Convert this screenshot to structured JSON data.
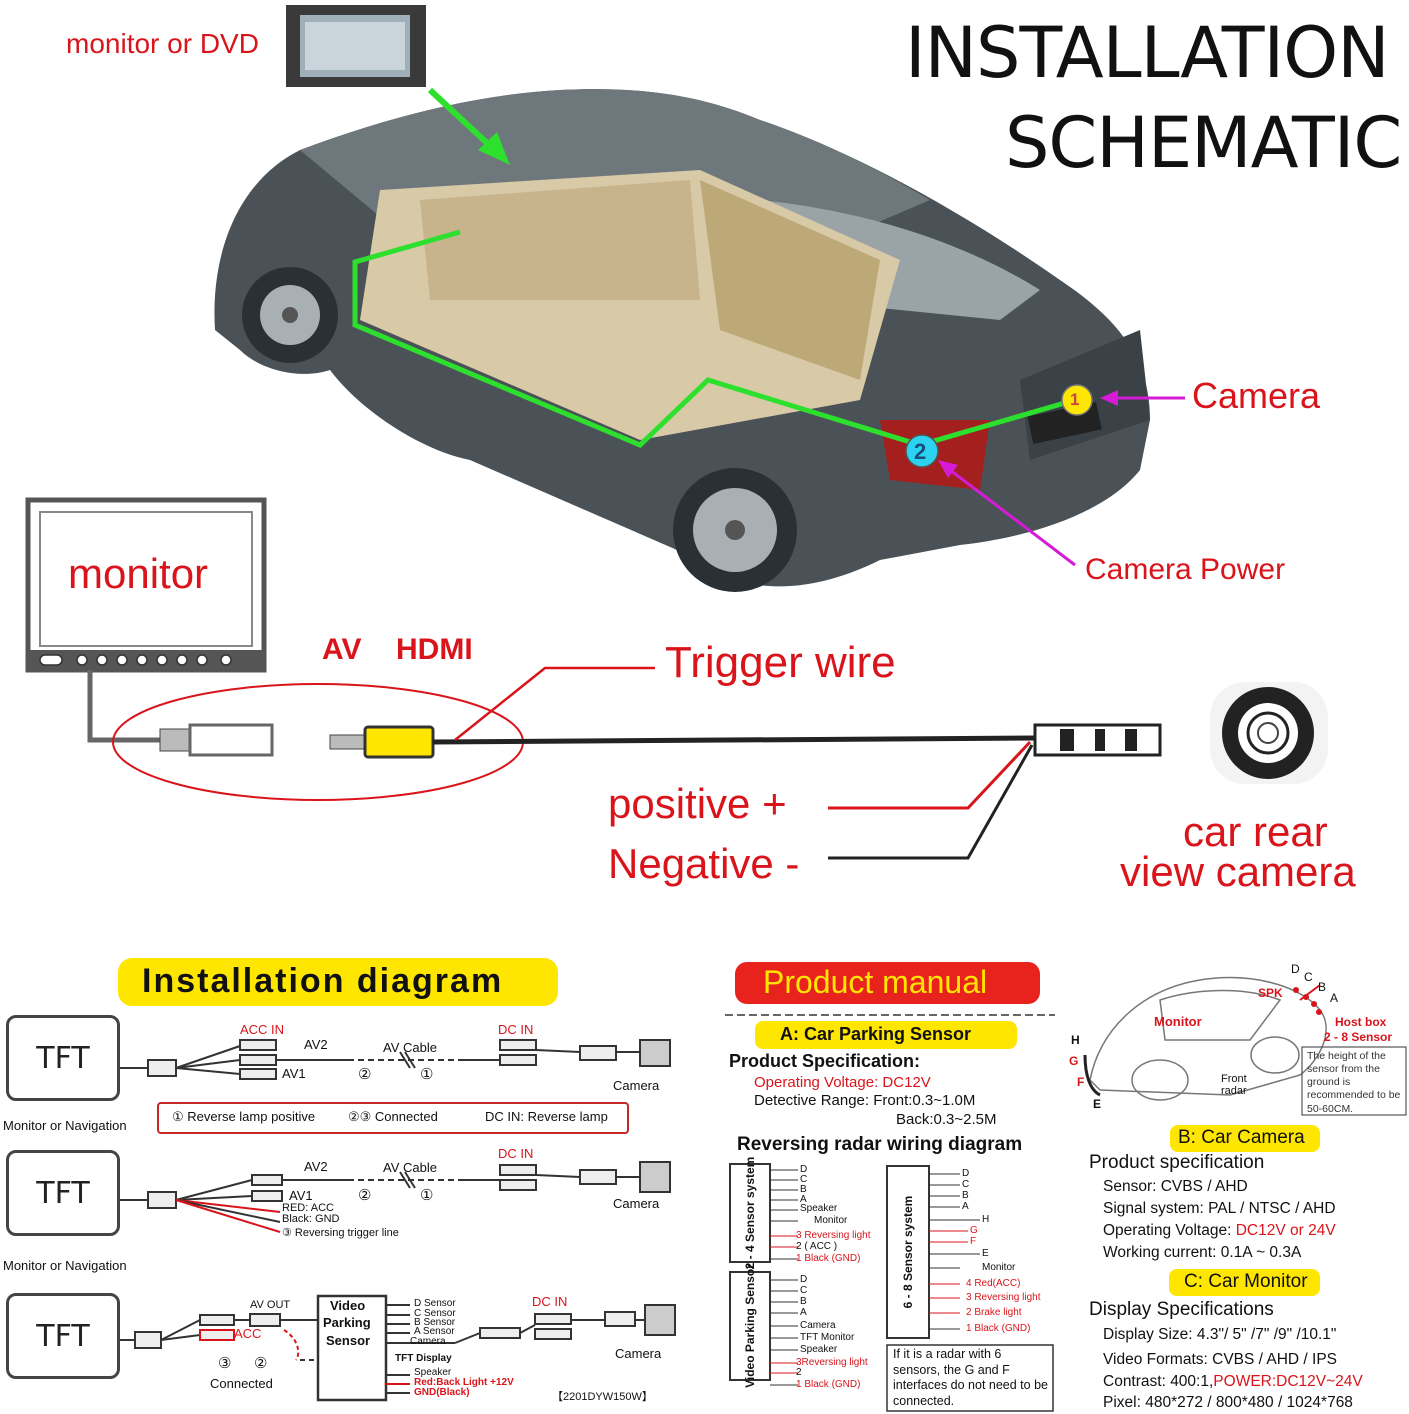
{
  "header": {
    "title_line1": "INSTALLATION",
    "title_line2": "SCHEMATIC",
    "monitor_or_dvd": "monitor or DVD",
    "camera": "Camera",
    "camera_power": "Camera Power",
    "badge1": "1",
    "badge2": "2"
  },
  "wiring": {
    "monitor": "monitor",
    "av": "AV",
    "hdmi": "HDMI",
    "trigger_wire": "Trigger wire",
    "positive": "positive +",
    "negative": "Negative -",
    "car_rear_line1": "car rear",
    "car_rear_line2": "view camera"
  },
  "install_diagram": {
    "title": "Installation diagram",
    "tft": "TFT",
    "monitor_nav": "Monitor or Navigation",
    "camera": "Camera",
    "row1": {
      "acc_in": "ACC IN",
      "av2": "AV2",
      "av1": "AV1",
      "av_cable": "AV Cable",
      "dc_in": "DC IN",
      "n2": "②",
      "n1": "①"
    },
    "legend": {
      "item1": "① Reverse lamp positive",
      "item2": "②③ Connected",
      "item3": "DC IN: Reverse lamp"
    },
    "row2": {
      "av2": "AV2",
      "av1": "AV1",
      "av_cable": "AV Cable",
      "dc_in": "DC IN",
      "red_acc": "RED: ACC",
      "black_gnd": "Black: GND",
      "reversing_trigger": "③ Reversing trigger line",
      "n2": "②",
      "n1": "①"
    },
    "row3": {
      "av_out": "AV OUT",
      "acc": "ACC",
      "dc_in": "DC IN",
      "video_parking_sensor": [
        "Video",
        "Parking",
        "Sensor"
      ],
      "sensors": [
        "D  Sensor",
        "C  Sensor",
        "B  Sensor",
        "A  Sensor",
        "Camera"
      ],
      "tft_display": "TFT Display",
      "speaker": "Speaker",
      "red_back_light": "Red:Back Light  +12V",
      "gnd_black": "GND(Black)",
      "n3": "③",
      "n2": "②",
      "connected": "Connected",
      "code": "【2201DYW150W】"
    }
  },
  "product_manual": {
    "title": "Product manual",
    "section_a": "A: Car Parking Sensor",
    "spec_heading": "Product Specification:",
    "operating_voltage": "Operating Voltage: DC12V",
    "detective_range": "Detective Range: Front:0.3~1.0M",
    "back_range": "Back:0.3~2.5M",
    "radar_heading": "Reversing radar wiring diagram",
    "sys24_label": "2 - 4 Sensor system",
    "sys24_lines": [
      "D",
      "C",
      "B",
      "A",
      "Speaker",
      "Monitor",
      "3 Reversing light",
      "2 ( ACC )",
      "1 Black (GND)"
    ],
    "sys68_label": "6 - 8 Sensor system",
    "sys68_lines": [
      "D",
      "C",
      "B",
      "A",
      "H",
      "G",
      "F",
      "E",
      "Monitor",
      "4 Red(ACC)",
      "3 Reversing light",
      "2 Brake light",
      "1 Black (GND)"
    ],
    "vps_label": "Video Parking Sensor",
    "vps_lines": [
      "D",
      "C",
      "B",
      "A",
      "Camera",
      "TFT Monitor",
      "Speaker",
      "3Reversing light",
      "2",
      "1 Black (GND)"
    ],
    "radar_note": "If it is a radar with 6 sensors, the G and F interfaces do not need to be connected."
  },
  "car_sensor": {
    "labels": [
      "D",
      "C",
      "B",
      "A",
      "SPK",
      "Monitor",
      "Host box",
      "2 - 8 Sensor",
      "H",
      "G",
      "F",
      "E",
      "Front",
      "radar"
    ],
    "height_note": "The height of the sensor from the ground is recommended to be 50-60CM."
  },
  "section_b": {
    "title": "B: Car Camera",
    "heading": "Product specification",
    "sensor": "Sensor: CVBS / AHD",
    "signal": "Signal system: PAL / NTSC / AHD",
    "voltage_label": "Operating Voltage: ",
    "voltage_value": "DC12V or 24V",
    "current": "Working current: 0.1A ~ 0.3A"
  },
  "section_c": {
    "title": "C: Car Monitor",
    "heading": "Display Specifications",
    "size": "Display Size: 4.3\"/ 5\" /7\" /9\" /10.1\"",
    "formats": "Video Formats: CVBS / AHD / IPS",
    "contrast_label": "Contrast: 400:1,",
    "contrast_power": "POWER:DC12V~24V",
    "pixel": "Pixel: 480*272 / 800*480 / 1024*768"
  },
  "colors": {
    "accent_red": "#d9141b",
    "highlight_yellow": "#ffe600",
    "wire_green": "#2ee02e",
    "pointer_magenta": "#d61bd6"
  }
}
